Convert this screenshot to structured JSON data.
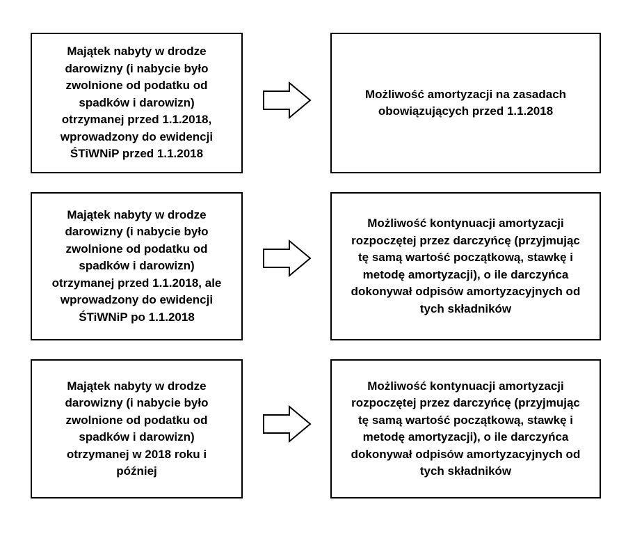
{
  "rows": [
    {
      "left": [
        "Majątek nabyty w drodze",
        "darowizny (i nabycie było",
        "zwolnione od podatku od",
        "spadków i darowizn)",
        "otrzymanej przed 1.1.2018,",
        "wprowadzony do ewidencji",
        "ŚTiWNiP przed 1.1.2018"
      ],
      "right": [
        "Możliwość amortyzacji na zasadach",
        "obowiązujących przed 1.1.2018"
      ]
    },
    {
      "left": [
        "Majątek nabyty w drodze",
        "darowizny (i nabycie było",
        "zwolnione od podatku od",
        "spadków i darowizn)",
        "otrzymanej przed 1.1.2018, ale",
        "wprowadzony do ewidencji",
        "ŚTiWNiP po 1.1.2018"
      ],
      "right": [
        "Możliwość kontynuacji amortyzacji",
        "rozpoczętej przez darczyńcę (przyjmując",
        "tę samą wartość początkową, stawkę i",
        "metodę amortyzacji), o ile darczyńca",
        "dokonywał odpisów amortyzacyjnych od",
        "tych składników"
      ]
    },
    {
      "left": [
        "Majątek nabyty w drodze",
        "darowizny (i nabycie było",
        "zwolnione od podatku od",
        "spadków i darowizn)",
        "otrzymanej w 2018 roku i",
        "później"
      ],
      "right": [
        "Możliwość kontynuacji amortyzacji",
        "rozpoczętej przez darczyńcę (przyjmując",
        "tę samą wartość początkową, stawkę i",
        "metodę amortyzacji), o ile darczyńca",
        "dokonywał odpisów amortyzacyjnych od",
        "tych składników"
      ]
    }
  ],
  "colors": {
    "border": "#000000",
    "text": "#000000",
    "background": "#ffffff"
  },
  "icons": {
    "connector": "right-arrow-icon"
  }
}
